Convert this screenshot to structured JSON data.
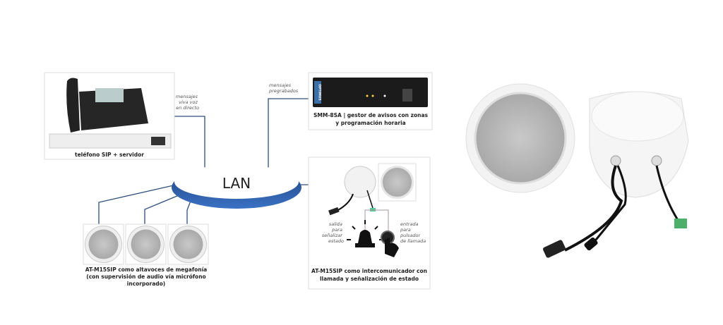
{
  "diagram": {
    "lan_label": "LAN",
    "phone": {
      "caption": "teléfono SIP + servidor"
    },
    "live_label": [
      "mensajes",
      "viva voz",
      "en directo"
    ],
    "recorded_label": [
      "mensajes",
      "pregrabados"
    ],
    "smm": {
      "caption": [
        "SMM-8SA | gestor de avisos con zonas",
        "y programación horaria"
      ],
      "brand": "OPTIMUS"
    },
    "speakers": {
      "caption": [
        "AT-M15SIP como altavoces de megafonía",
        "(con supervisión de audio vía micrófono",
        "incorporado)"
      ]
    },
    "intercom": {
      "caption": [
        "AT-M15SIP como intercomunicador con",
        "llamada y señalización de estado"
      ],
      "output_label": [
        "salida",
        "para",
        "señalizar",
        "estado"
      ],
      "input_label": [
        "entrada",
        "para",
        "pulsador",
        "de llamada"
      ]
    }
  },
  "colors": {
    "lan_blue": "#2f5fa8",
    "wire": "#2d4f7c"
  }
}
